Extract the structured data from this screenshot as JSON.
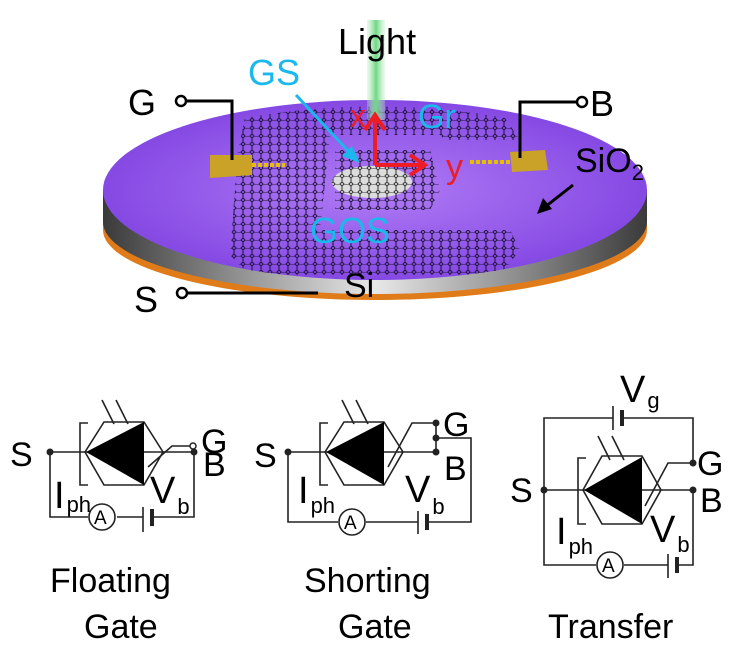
{
  "device": {
    "light_label": "Light",
    "gs_label": "GS",
    "gr_label": "Gr",
    "gos_label": "GOS",
    "x_axis_label": "x",
    "y_axis_label": "y",
    "terminal_g": "G",
    "terminal_b": "B",
    "terminal_s": "S",
    "sio2_label": "SiO",
    "sio2_sub": "2",
    "si_label": "Si",
    "colors": {
      "substrate_top": "#8a4de6",
      "substrate_edge": "#9a9a9a",
      "si_bottom": "#e07b1a",
      "electrode": "#c9a227",
      "light_beam": "#7fdc8c",
      "annotation_cyan": "#1ab8ec",
      "axis_red": "#ee1c24"
    }
  },
  "circuits": [
    {
      "title_line1": "Floating",
      "title_line2": "Gate",
      "s": "S",
      "g": "G",
      "b": "B",
      "i": "I",
      "i_sub": "ph",
      "v": "V",
      "v_sub": "b",
      "ammeter": "A"
    },
    {
      "title_line1": "Shorting",
      "title_line2": "Gate",
      "s": "S",
      "g": "G",
      "b": "B",
      "i": "I",
      "i_sub": "ph",
      "v": "V",
      "v_sub": "b",
      "ammeter": "A"
    },
    {
      "title_line1": "Transfer",
      "title_line2": "",
      "s": "S",
      "g": "G",
      "b": "B",
      "i": "I",
      "i_sub": "ph",
      "v": "V",
      "v_sub": "b",
      "vg": "V",
      "vg_sub": "g",
      "ammeter": "A"
    }
  ]
}
